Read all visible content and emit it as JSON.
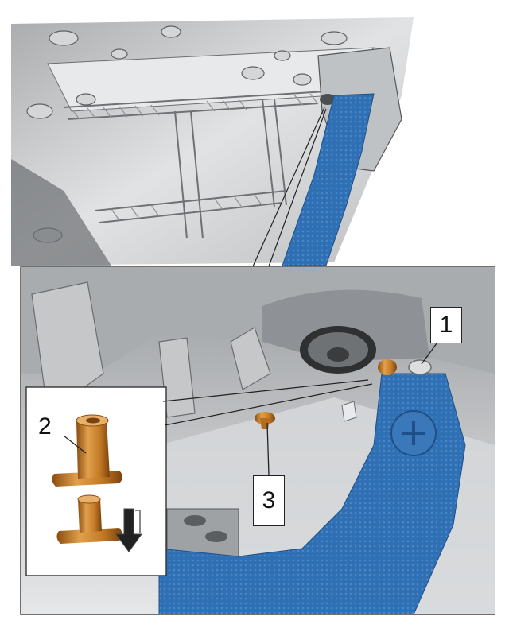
{
  "callouts": {
    "item_1": "1",
    "item_2": "2",
    "item_3": "3"
  },
  "colors": {
    "fabric_blue": "#2f6fb3",
    "fastener_orange": "#d98a2b",
    "part_grey": "#c9cbcd",
    "frame_border": "#333333"
  },
  "icons": {
    "direction_arrow": "down-arrow-icon"
  }
}
